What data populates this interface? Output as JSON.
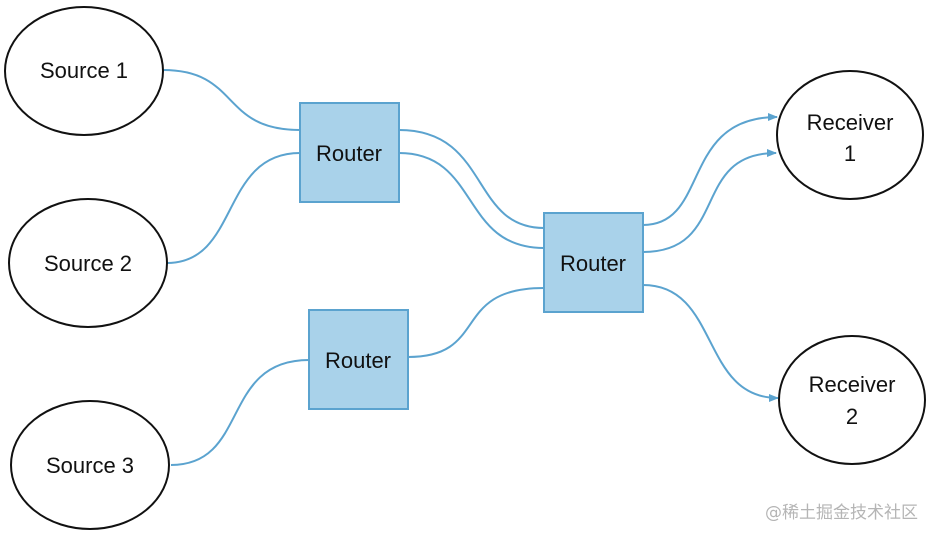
{
  "colors": {
    "edge": "#5ba3cf",
    "router_fill": "#a9d2ea",
    "router_stroke": "#5ba3cf",
    "node_stroke": "#111111"
  },
  "sources": [
    {
      "label": "Source 1"
    },
    {
      "label": "Source 2"
    },
    {
      "label": "Source 3"
    }
  ],
  "routers": [
    {
      "label": "Router"
    },
    {
      "label": "Router"
    },
    {
      "label": "Router"
    }
  ],
  "receivers": [
    {
      "line1": "Receiver",
      "line2": "1"
    },
    {
      "line1": "Receiver",
      "line2": "2"
    }
  ],
  "watermark": "@稀土掘金技术社区"
}
